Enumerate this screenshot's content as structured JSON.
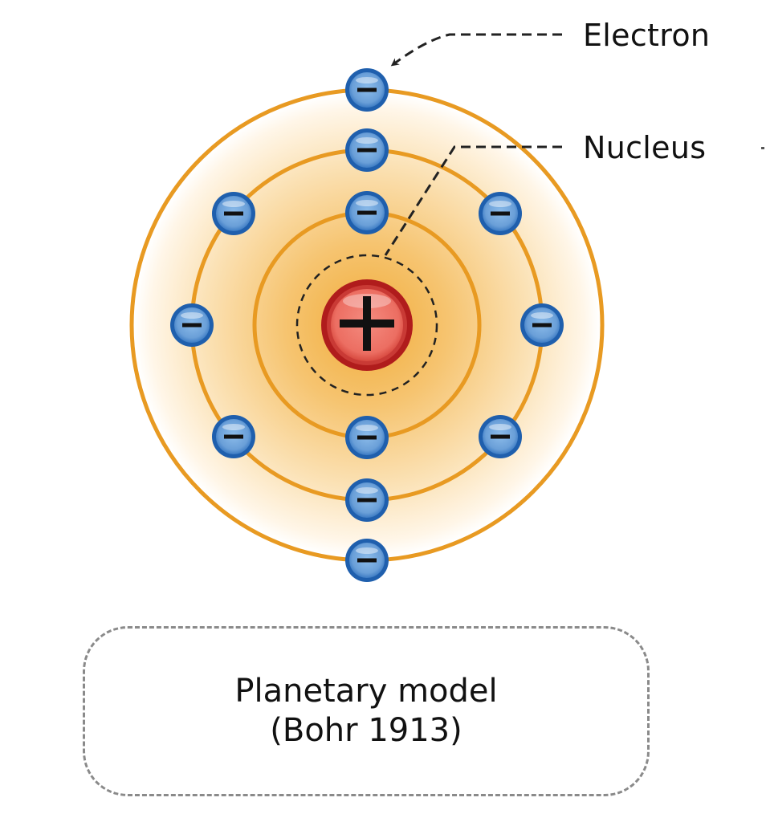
{
  "diagram": {
    "title": "Bohr atomic model",
    "labels": {
      "electron": "Electron",
      "nucleus": "Nucleus"
    },
    "caption": {
      "line1": "Planetary model",
      "line2": "(Bohr 1913)"
    },
    "nucleus": {
      "symbol": "+",
      "charge": "positive"
    },
    "electron_symbol": "−",
    "shells": [
      {
        "name": "inner",
        "electron_count": 2
      },
      {
        "name": "middle",
        "electron_count": 8
      },
      {
        "name": "outer",
        "electron_count": 2
      }
    ],
    "total_electrons": 12,
    "colors": {
      "orbit": "#E89A22",
      "glow_center": "#F2B040",
      "electron_fill": "#6FA6DC",
      "electron_rim": "#1F5FAD",
      "nucleus_fill": "#EE7A6E",
      "nucleus_rim": "#B01C1C",
      "leader_line": "#222222",
      "caption_border": "#8A8A8A"
    }
  }
}
